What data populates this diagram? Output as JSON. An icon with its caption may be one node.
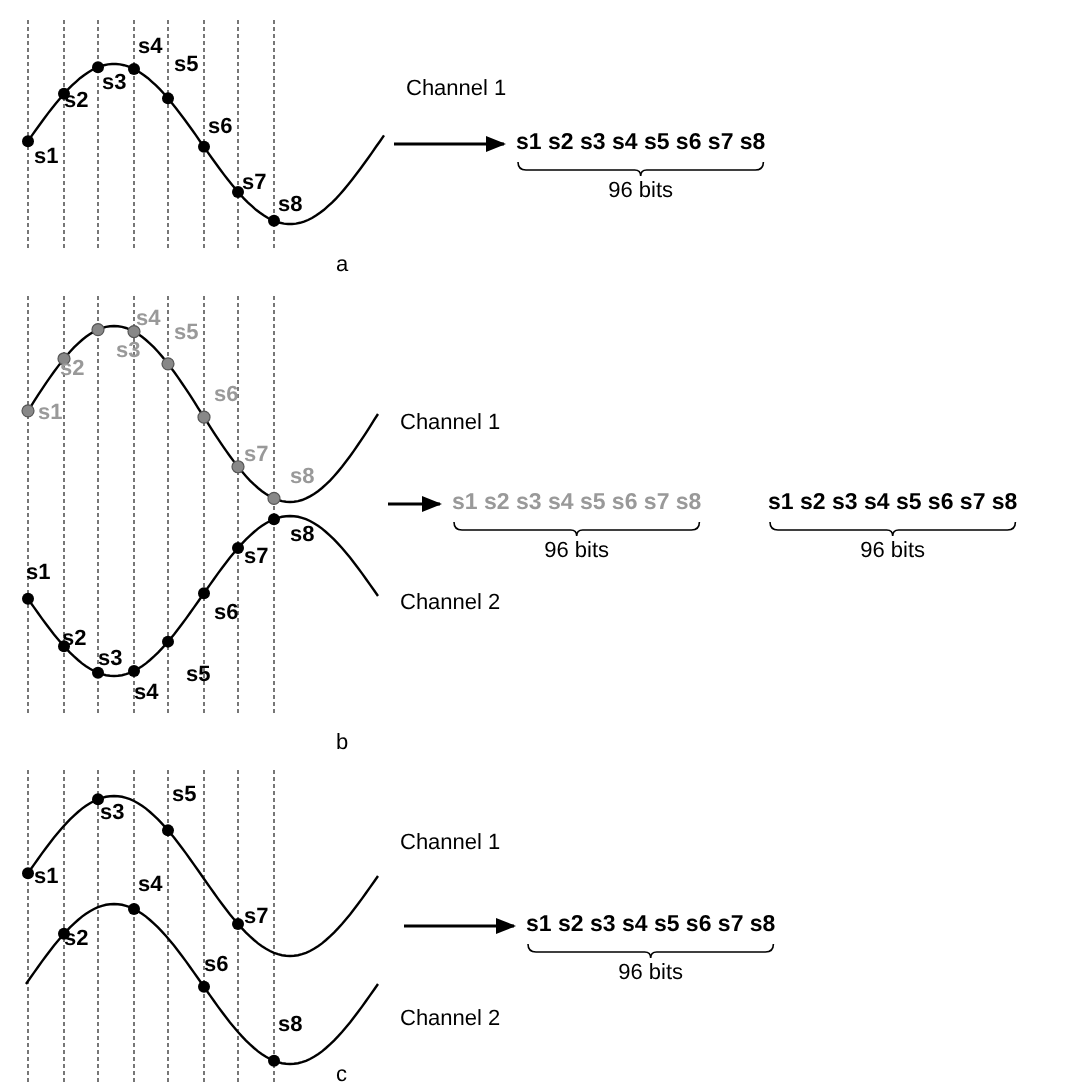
{
  "diagram": {
    "nodes": [
      {
        "text": [
          "s1 s2 s3 s4 s5 s6 s7 s8"
        ],
        "beside": [
          "96 bits"
        ]
      },
      {
        "text": [
          "s1 s2 s3 s4 s5 s6 s7 s8"
        ],
        "beside": [
          "96 bits"
        ]
      },
      {
        "text": [
          "s1 s2 s3 s4 s5 s6 s7 s8"
        ],
        "beside": [
          "96 bits"
        ]
      },
      {
        "text": [
          "s1 s2 s3 s4 s5 s6 s7 s8"
        ],
        "beside": [
          "96 bits"
        ]
      },
      {
        "text": [],
        "shape": "picture"
      },
      {
        "text": [],
        "shape": "picture"
      },
      {
        "text": [],
        "shape": "picture"
      }
    ],
    "edges": [
      {
        "from": 4,
        "to": 0,
        "arrow": "to"
      },
      {
        "from": 5,
        "to": 1,
        "arrow": "to"
      },
      {
        "from": 6,
        "to": 3,
        "arrow": "to"
      }
    ],
    "labels": [
      "s1",
      "s2",
      "s3",
      "s4",
      "s5",
      "s6",
      "s7",
      "s8",
      "Channel 1",
      "a",
      "s1",
      "s2",
      "s3",
      "s4",
      "s5",
      "s6",
      "s7",
      "s8",
      "Channel 1",
      "s1",
      "s2",
      "s3",
      "s4",
      "s5",
      "s6",
      "s7",
      "s8",
      "Channel 2",
      "b",
      "s1",
      "s2",
      "s3",
      "s4",
      "s5",
      "s6",
      "s7",
      "s8",
      "Channel 1",
      "Channel 2",
      "c"
    ]
  }
}
